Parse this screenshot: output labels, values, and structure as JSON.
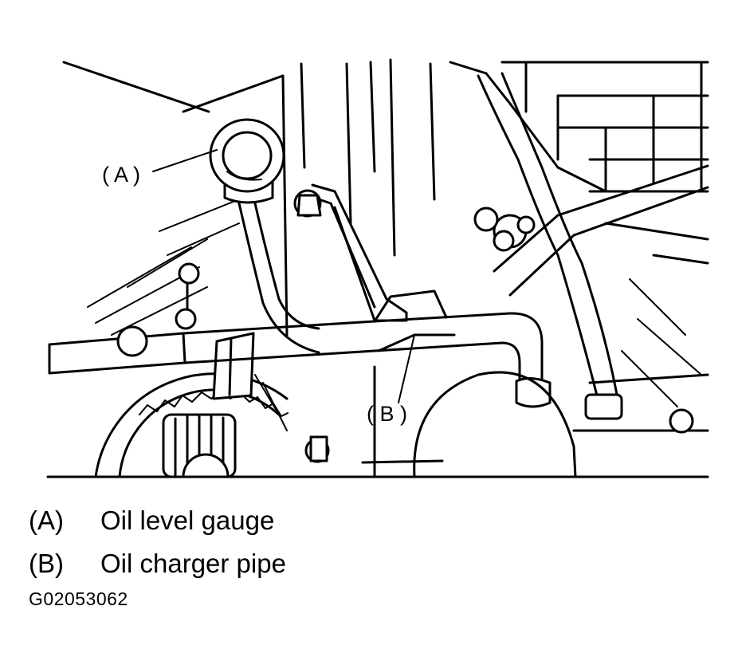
{
  "callouts": {
    "a": "( A )",
    "b": "( B )"
  },
  "legend": [
    {
      "key": "(A)",
      "text": "Oil level gauge"
    },
    {
      "key": "(B)",
      "text": "Oil charger pipe"
    }
  ],
  "figure_id": "G02053062"
}
